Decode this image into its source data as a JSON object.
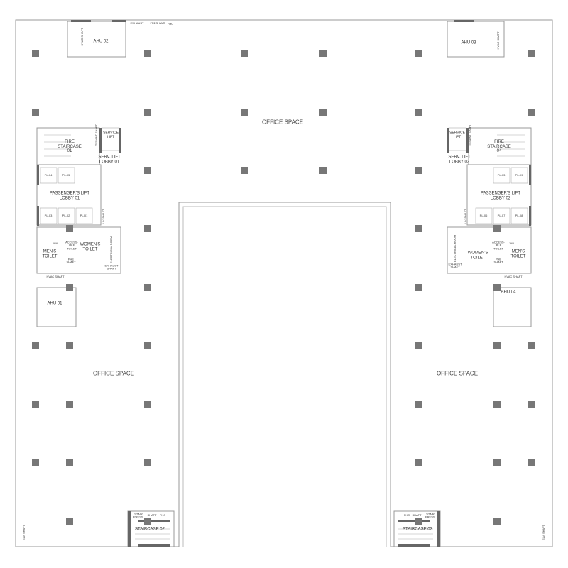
{
  "plan": {
    "office_top": "OFFICE SPACE",
    "office_left": "OFFICE SPACE",
    "office_right": "OFFICE SPACE",
    "ahu_01": "AHU 01",
    "ahu_02": "AHU 02",
    "ahu_03": "AHU 03",
    "ahu_04": "AHU 04",
    "exhaust": "EXHAUST",
    "fresh_air": "FRESH AIR",
    "fhc": "FHC",
    "hvac_shaft": "HVAC SHAFT",
    "fire_staircase_01": "FIRE STAIRCASE 01",
    "fire_staircase_04": "FIRE STAIRCASE 04",
    "service_lift_1": "SERVICE LIFT",
    "service_lift_2": "SERVICE LIFT",
    "serv_lift_lobby_01": "SERV. LIFT LOBBY 01",
    "serv_lift_lobby_02": "SERV. LIFT LOBBY 02",
    "tenant_shaft": "TENANT SHAFT",
    "passenger_lift_lobby_01": "PASSENGER'S LIFT LOBBY 01",
    "passenger_lift_lobby_02": "PASSENGER'S LIFT LOBBY 02",
    "lifts_left_top": [
      "PL-04",
      "PL-05"
    ],
    "lifts_left_bottom": [
      "PL-03",
      "PL-02",
      "PL-01"
    ],
    "lifts_right_top": [
      "PL-03",
      "PL-09"
    ],
    "lifts_right_bottom": [
      "PL-06",
      "PL-07",
      "PL-08"
    ],
    "mens_toilet": "MEN'S TOILET",
    "womens_toilet": "WOMEN'S TOILET",
    "accessible_toilet": "ACCESS-IBLE TOILET",
    "jan": "JAN.",
    "phe_shaft": "PHE SHAFT",
    "exhaust_shaft": "EXHAUST SHAFT",
    "electrical_room": "ELECTRICAL ROOM",
    "staircase_02": "STAIRCASE 02",
    "staircase_03": "STAIRCASE 03",
    "stair_press": "STAIR PRESS.",
    "shaft": "SHAFT",
    "elv_shaft": "ELV. SHAFT",
    "lv_shaft": "L.V. SHAFT"
  }
}
